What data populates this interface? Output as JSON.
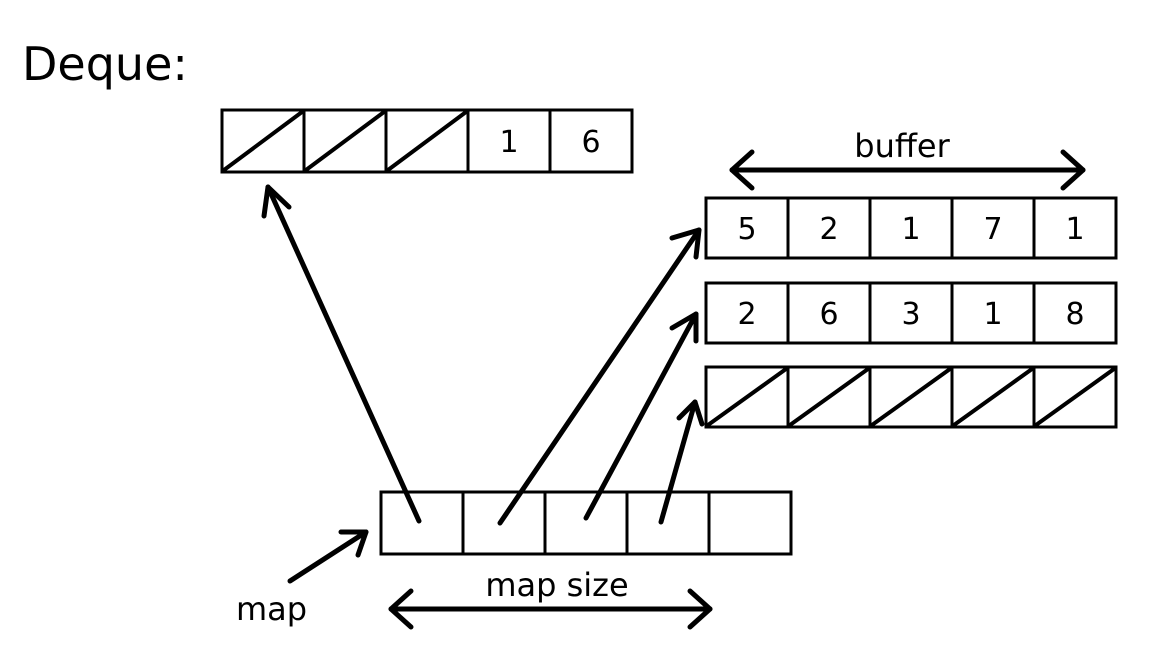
{
  "title": "Deque:",
  "labels": {
    "buffer": "buffer",
    "map_size": "map size",
    "map": "map"
  },
  "blocks": {
    "top_block": [
      "",
      "",
      "",
      "1",
      "6"
    ],
    "buffer_1": [
      "5",
      "2",
      "1",
      "7",
      "1"
    ],
    "buffer_2": [
      "2",
      "6",
      "3",
      "1",
      "8"
    ],
    "buffer_3": [
      "",
      "",
      "",
      "",
      ""
    ],
    "map_array": [
      "",
      "",
      "",
      "",
      ""
    ]
  },
  "empty_cell_style": {
    "top_block": [
      true,
      true,
      true,
      false,
      false
    ],
    "buffer_3": [
      true,
      true,
      true,
      true,
      true
    ]
  }
}
